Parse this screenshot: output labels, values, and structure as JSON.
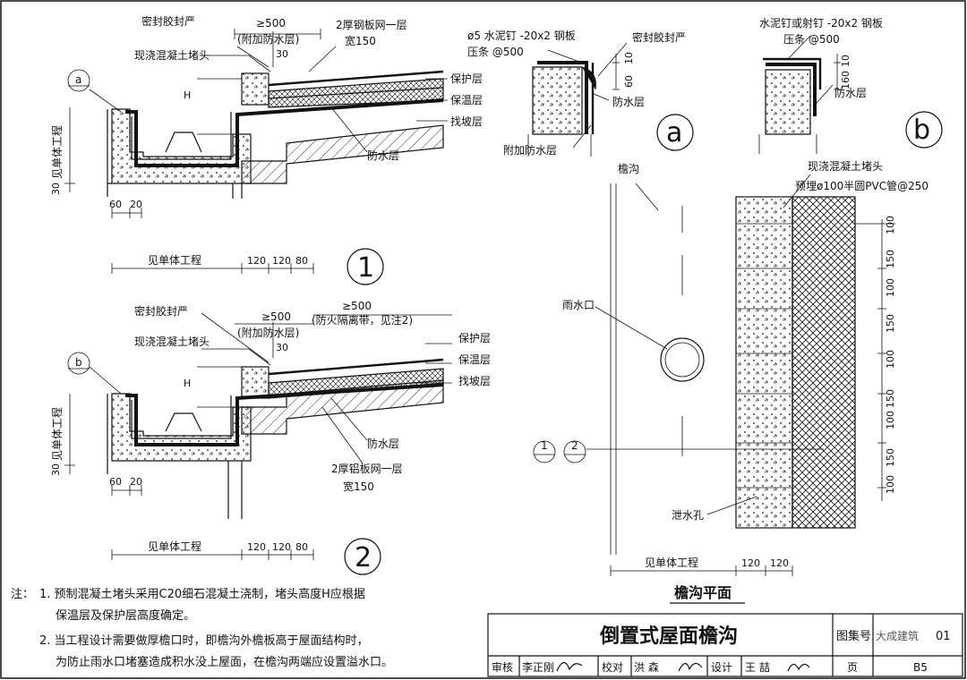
{
  "detail1": {
    "labels": {
      "sealant": "密封胶封严",
      "min500": "≥500",
      "extra_waterproof": "(附加防水层)",
      "d30": "30",
      "steel_mesh": "2厚钢板网一层",
      "width150": "宽150",
      "cast_stub": "现浇混凝土堵头",
      "protect": "保护层",
      "insul": "保温层",
      "slope": "找坡层",
      "waterproof": "防水层",
      "h": "H",
      "see_project_v": "见单体工程",
      "d30b": "30",
      "d60": "60",
      "d20": "20",
      "see_project": "见单体工程",
      "d120a": "120",
      "d120b": "120",
      "d80": "80",
      "callout": "a",
      "number": "1"
    }
  },
  "detail2": {
    "labels": {
      "sealant": "密封胶封严",
      "min500a": "≥500",
      "min500b": "≥500",
      "extra_waterproof": "(附加防水层)",
      "firebreak": "(防火隔离带，见注2)",
      "d30": "30",
      "cast_stub": "现浇混凝土堵头",
      "protect": "保护层",
      "insul": "保温层",
      "slope": "找坡层",
      "waterproof": "防水层",
      "al_mesh": "2厚铝板网一层",
      "width150": "宽150",
      "h": "H",
      "see_project_v": "见单体工程",
      "d30b": "30",
      "d60": "60",
      "d20": "20",
      "see_project": "见单体工程",
      "d120a": "120",
      "d120b": "120",
      "d80": "80",
      "callout": "b",
      "number": "2"
    }
  },
  "detail_a": {
    "labels": {
      "nail": "ø5 水泥钉 -20x2 钢板",
      "strip": "压条 @500",
      "sealant": "密封胶封严",
      "d10": "10",
      "d60": "60",
      "waterproof": "防水层",
      "extra": "附加防水层",
      "tag": "a"
    }
  },
  "detail_b": {
    "labels": {
      "nail": "水泥钉或射钉 -20x2 钢板",
      "strip": "压条 @500",
      "d10": "10",
      "d160": "160",
      "waterproof": "防水层",
      "tag": "b"
    }
  },
  "plan": {
    "title": "檐沟平面",
    "gutter": "檐沟",
    "stub": "现浇混凝土堵头",
    "pvc": "预埋ø100半圆PVC管@250",
    "drain": "雨水口",
    "weep": "泄水孔",
    "see_project": "见单体工程",
    "d120a": "120",
    "d120b": "120",
    "sec1": "1",
    "sec2": "2",
    "dims": [
      "100",
      "150",
      "100",
      "150",
      "100",
      "150",
      "100",
      "150",
      "100"
    ]
  },
  "notes": {
    "prefix": "注：",
    "n1a": "1. 预制混凝土堵头采用C20细石混凝土浇制，堵头高度H应根据",
    "n1b": "保温层及保护层高度确定。",
    "n2a": "2. 当工程设计需要做厚檐口时，即檐沟外檐板高于屋面结构时，",
    "n2b": "为防止雨水口堵塞造成积水没上屋面，在檐沟两端应设置溢水口。"
  },
  "titleblock": {
    "title": "倒置式屋面檐沟",
    "atlas_label": "图集号",
    "atlas_no": "01",
    "watermark": "大成建筑",
    "review_label": "审核",
    "reviewer": "李正刚",
    "check_label": "校对",
    "checker": "洪 森",
    "design_label": "设计",
    "designer": "王 喆",
    "page_label": "页",
    "page_no": "B5"
  }
}
